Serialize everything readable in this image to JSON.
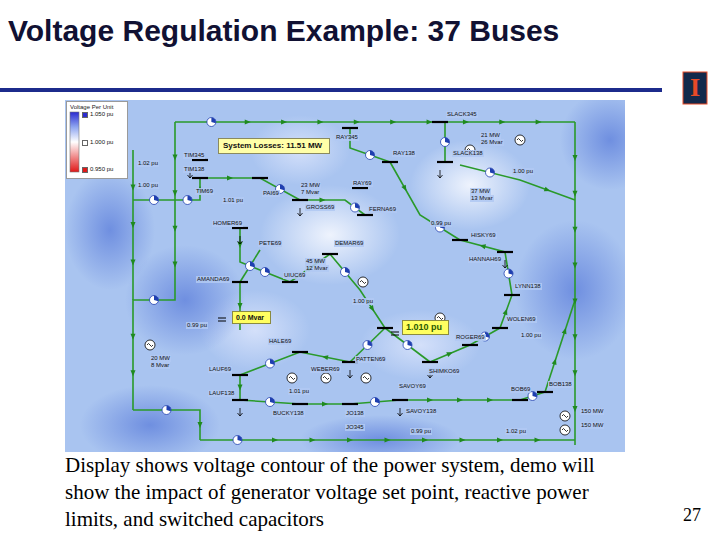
{
  "diagram": {
    "title": "Voltage Regulation Example: 37 Buses",
    "caption": "Display shows voltage contour of the power system, demo will show the impact of generator voltage set point, reactive power limits, and switched capacitors",
    "nodes": [
      {
        "text": [
          "System Losses: 11.51 MW"
        ]
      },
      {
        "text": [
          "0.0 Mvar"
        ]
      },
      {
        "text": [
          "1.010 pu"
        ]
      },
      {
        "text": [
          "Voltage Per Unit"
        ]
      }
    ],
    "labels": [
      "I",
      "27",
      "SLACK345",
      "SLACK138",
      "RAY345",
      "RAY138",
      "RAY69",
      "TIM345",
      "TIM138",
      "TIM69",
      "PAI69",
      "GROSS69",
      "FERNA69",
      "HOMER69",
      "PETE69",
      "DEMAR69",
      "HISKY69",
      "UIUC69",
      "AMANDA69",
      "HANNAH69",
      "LYNN138",
      "WOLEN69",
      "ROGER69",
      "SHIMKO69",
      "PATTEN69",
      "WEBER69",
      "HALE69",
      "LAUF69",
      "LAUF138",
      "BUCKY138",
      "JO138",
      "JO345",
      "SAVOY69",
      "SAVOY138",
      "BOB138",
      "BOB69",
      "1.02 pu",
      "1.00 pu",
      "1.01 pu",
      "1.00 pu",
      "0.99 pu",
      "1.00 pu",
      "0.99 pu",
      "1.01 pu",
      "1.00 pu",
      "1.02 pu",
      "0.99 pu",
      "21 MW",
      "26 Mvar",
      "23 MW",
      "7 Mvar",
      "37 MW",
      "13 Mvar",
      "45 MW",
      "12 Mvar",
      "20 MW",
      "8 Mvar",
      "150 MW",
      "150 MW"
    ],
    "legend": [
      {
        "text": "1.050 pu",
        "color": "#2a2ad0"
      },
      {
        "text": "1.000 pu",
        "color": "#ffffff"
      },
      {
        "text": "0.950 pu",
        "color": "#e01818"
      }
    ]
  }
}
